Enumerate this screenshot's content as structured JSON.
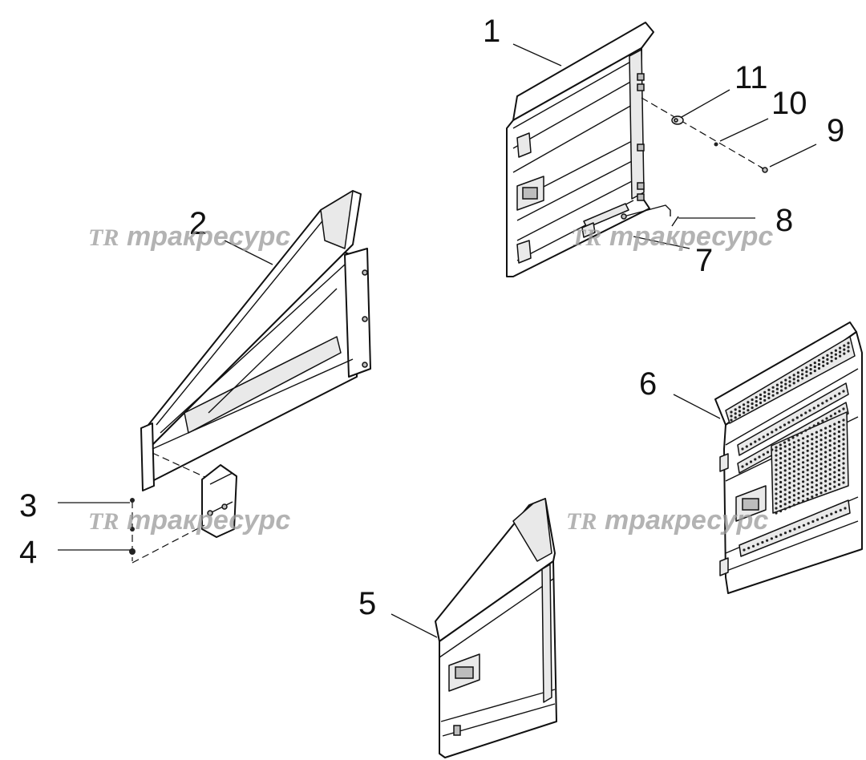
{
  "watermark": {
    "logo": "TR",
    "text": "тракресурс"
  },
  "callouts": [
    {
      "id": "1",
      "label": "1"
    },
    {
      "id": "2",
      "label": "2"
    },
    {
      "id": "3",
      "label": "3"
    },
    {
      "id": "4",
      "label": "4"
    },
    {
      "id": "5",
      "label": "5"
    },
    {
      "id": "6",
      "label": "6"
    },
    {
      "id": "7",
      "label": "7"
    },
    {
      "id": "8",
      "label": "8"
    },
    {
      "id": "9",
      "label": "9"
    },
    {
      "id": "10",
      "label": "10"
    },
    {
      "id": "11",
      "label": "11"
    }
  ],
  "colors": {
    "line": "#111111",
    "watermark": "#9a9a9a",
    "background": "#ffffff"
  }
}
